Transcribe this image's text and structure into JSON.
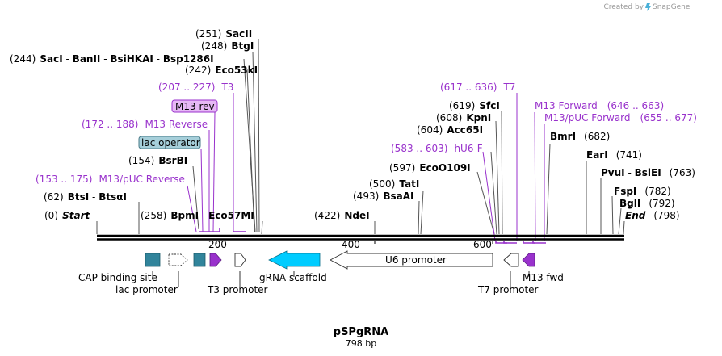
{
  "credit": {
    "created_by": "Created by",
    "brand": "SnapGene"
  },
  "map": {
    "name": "pSPgRNA",
    "length_label": "798 bp",
    "total_bp": 798
  },
  "ticks": [
    "200",
    "400",
    "600"
  ],
  "sites": [
    {
      "pos": "(251)",
      "name": "SacII"
    },
    {
      "pos": "(248)",
      "name": "BtgI"
    },
    {
      "pos": "(244)",
      "name": "SacI",
      "extra": [
        "BanII",
        "BsiHKAI",
        "Bsp1286I"
      ]
    },
    {
      "pos": "(242)",
      "name": "Eco53kI"
    },
    {
      "pos": "(154)",
      "name": "BsrBI"
    },
    {
      "pos": "(62)",
      "name": "BtsI",
      "extra": [
        "BtsαI"
      ]
    },
    {
      "pos": "(0)",
      "name": "Start"
    },
    {
      "pos": "(258)",
      "name": "BpmI",
      "extra": [
        "Eco57MI"
      ]
    },
    {
      "pos": "(422)",
      "name": "NdeI"
    },
    {
      "pos": "(500)",
      "name": "TatI"
    },
    {
      "pos": "(493)",
      "name": "BsaAI"
    },
    {
      "pos": "(597)",
      "name": "EcoO109I"
    },
    {
      "pos": "(604)",
      "name": "Acc65I"
    },
    {
      "pos": "(608)",
      "name": "KpnI"
    },
    {
      "pos": "(619)",
      "name": "SfcI"
    },
    {
      "pos": "(682)",
      "name": "BmrI"
    },
    {
      "pos": "(741)",
      "name": "EarI"
    },
    {
      "pos": "(763)",
      "name": "PvuI",
      "extra": [
        "BsiEI"
      ]
    },
    {
      "pos": "(782)",
      "name": "FspI"
    },
    {
      "pos": "(792)",
      "name": "BglI"
    },
    {
      "pos": "(798)",
      "name": "End"
    }
  ],
  "primers": [
    {
      "range": "(207 .. 227)",
      "name": "T3"
    },
    {
      "range": "(172 .. 188)",
      "name": "M13 Reverse"
    },
    {
      "range": "(153 .. 175)",
      "name": "M13/pUC Reverse"
    },
    {
      "range": "(617 .. 636)",
      "name": "T7"
    },
    {
      "range": "(583 .. 603)",
      "name": "hU6-F"
    },
    {
      "range": "(646 .. 663)",
      "name": "M13 Forward"
    },
    {
      "range": "(655 .. 677)",
      "name": "M13/pUC Forward"
    }
  ],
  "boxed": [
    {
      "name": "M13 rev",
      "fill": "#E6B8F5",
      "stroke": "#9932CC"
    },
    {
      "name": "lac operator",
      "fill": "#A6CFDA",
      "stroke": "#4A7B88"
    }
  ],
  "features": [
    {
      "name": "CAP binding site"
    },
    {
      "name": "lac promoter"
    },
    {
      "name": "T3 promoter"
    },
    {
      "name": "gRNA scaffold"
    },
    {
      "name": "U6 promoter"
    },
    {
      "name": "T7 promoter"
    },
    {
      "name": "M13 fwd"
    }
  ],
  "colors": {
    "cap": "#31849B",
    "primer": "#9932CC",
    "scaffold": "#00CCFF",
    "white": "#ffffff",
    "line": "#000000"
  }
}
